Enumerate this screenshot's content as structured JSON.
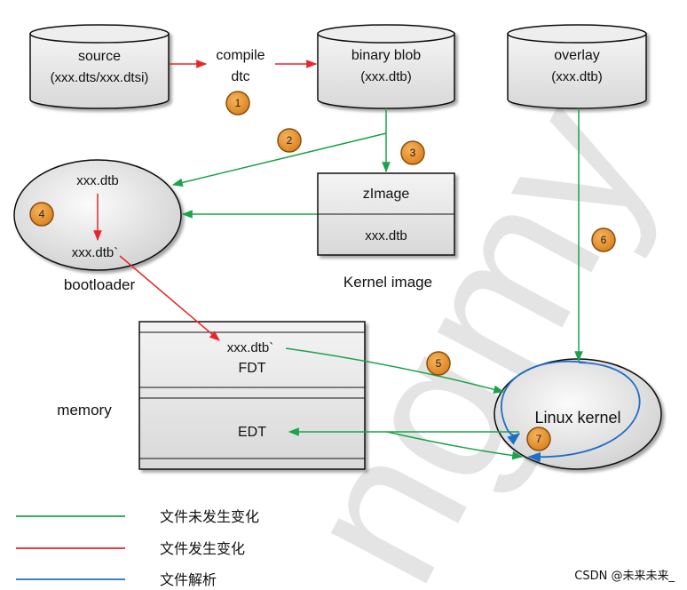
{
  "nodes": {
    "source": {
      "line1": "source",
      "line2": "(xxx.dts/xxx.dtsi)"
    },
    "compile": {
      "line1": "compile",
      "line2": "dtc"
    },
    "binary_blob": {
      "line1": "binary blob",
      "line2": "(xxx.dtb)"
    },
    "overlay": {
      "line1": "overlay",
      "line2": "(xxx.dtb)"
    },
    "bootloader": {
      "top": "xxx.dtb",
      "bottom": "xxx.dtb`",
      "caption": "bootloader"
    },
    "kernel_image": {
      "top": "zImage",
      "bottom": "xxx.dtb",
      "caption": "Kernel image"
    },
    "memory": {
      "caption": "memory",
      "fdt_line1": "xxx.dtb`",
      "fdt_line2": "FDT",
      "edt": "EDT"
    },
    "linux_kernel": {
      "label": "Linux kernel"
    }
  },
  "steps": [
    "1",
    "2",
    "3",
    "4",
    "5",
    "6",
    "7"
  ],
  "legend": [
    {
      "label": "文件未发生变化",
      "color": "#1aa34a"
    },
    {
      "label": "文件发生变化",
      "color": "#e8262a"
    },
    {
      "label": "文件解析",
      "color": "#1f6fc4"
    }
  ],
  "watermark": {
    "large": "ngmy",
    "credit": "CSDN @未来未来_"
  },
  "colors": {
    "green": "#1aa34a",
    "red": "#e8262a",
    "blue": "#1f6fc4",
    "badge": "#e8952a",
    "badge_edge": "#8a4e0c"
  }
}
